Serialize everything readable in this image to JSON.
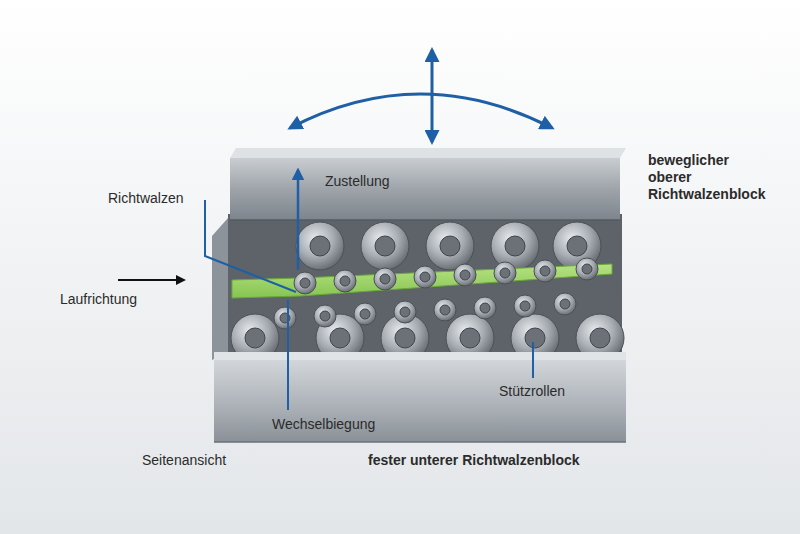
{
  "diagram": {
    "labels": [
      "Zustellung",
      "beweglicher oberer Richtwalzenblock",
      "Richtwalzen",
      "Laufrichtung",
      "Stützrollen",
      "Wechselbiegung",
      "Seitenansicht",
      "fester unterer Richtwalzenblock"
    ]
  }
}
